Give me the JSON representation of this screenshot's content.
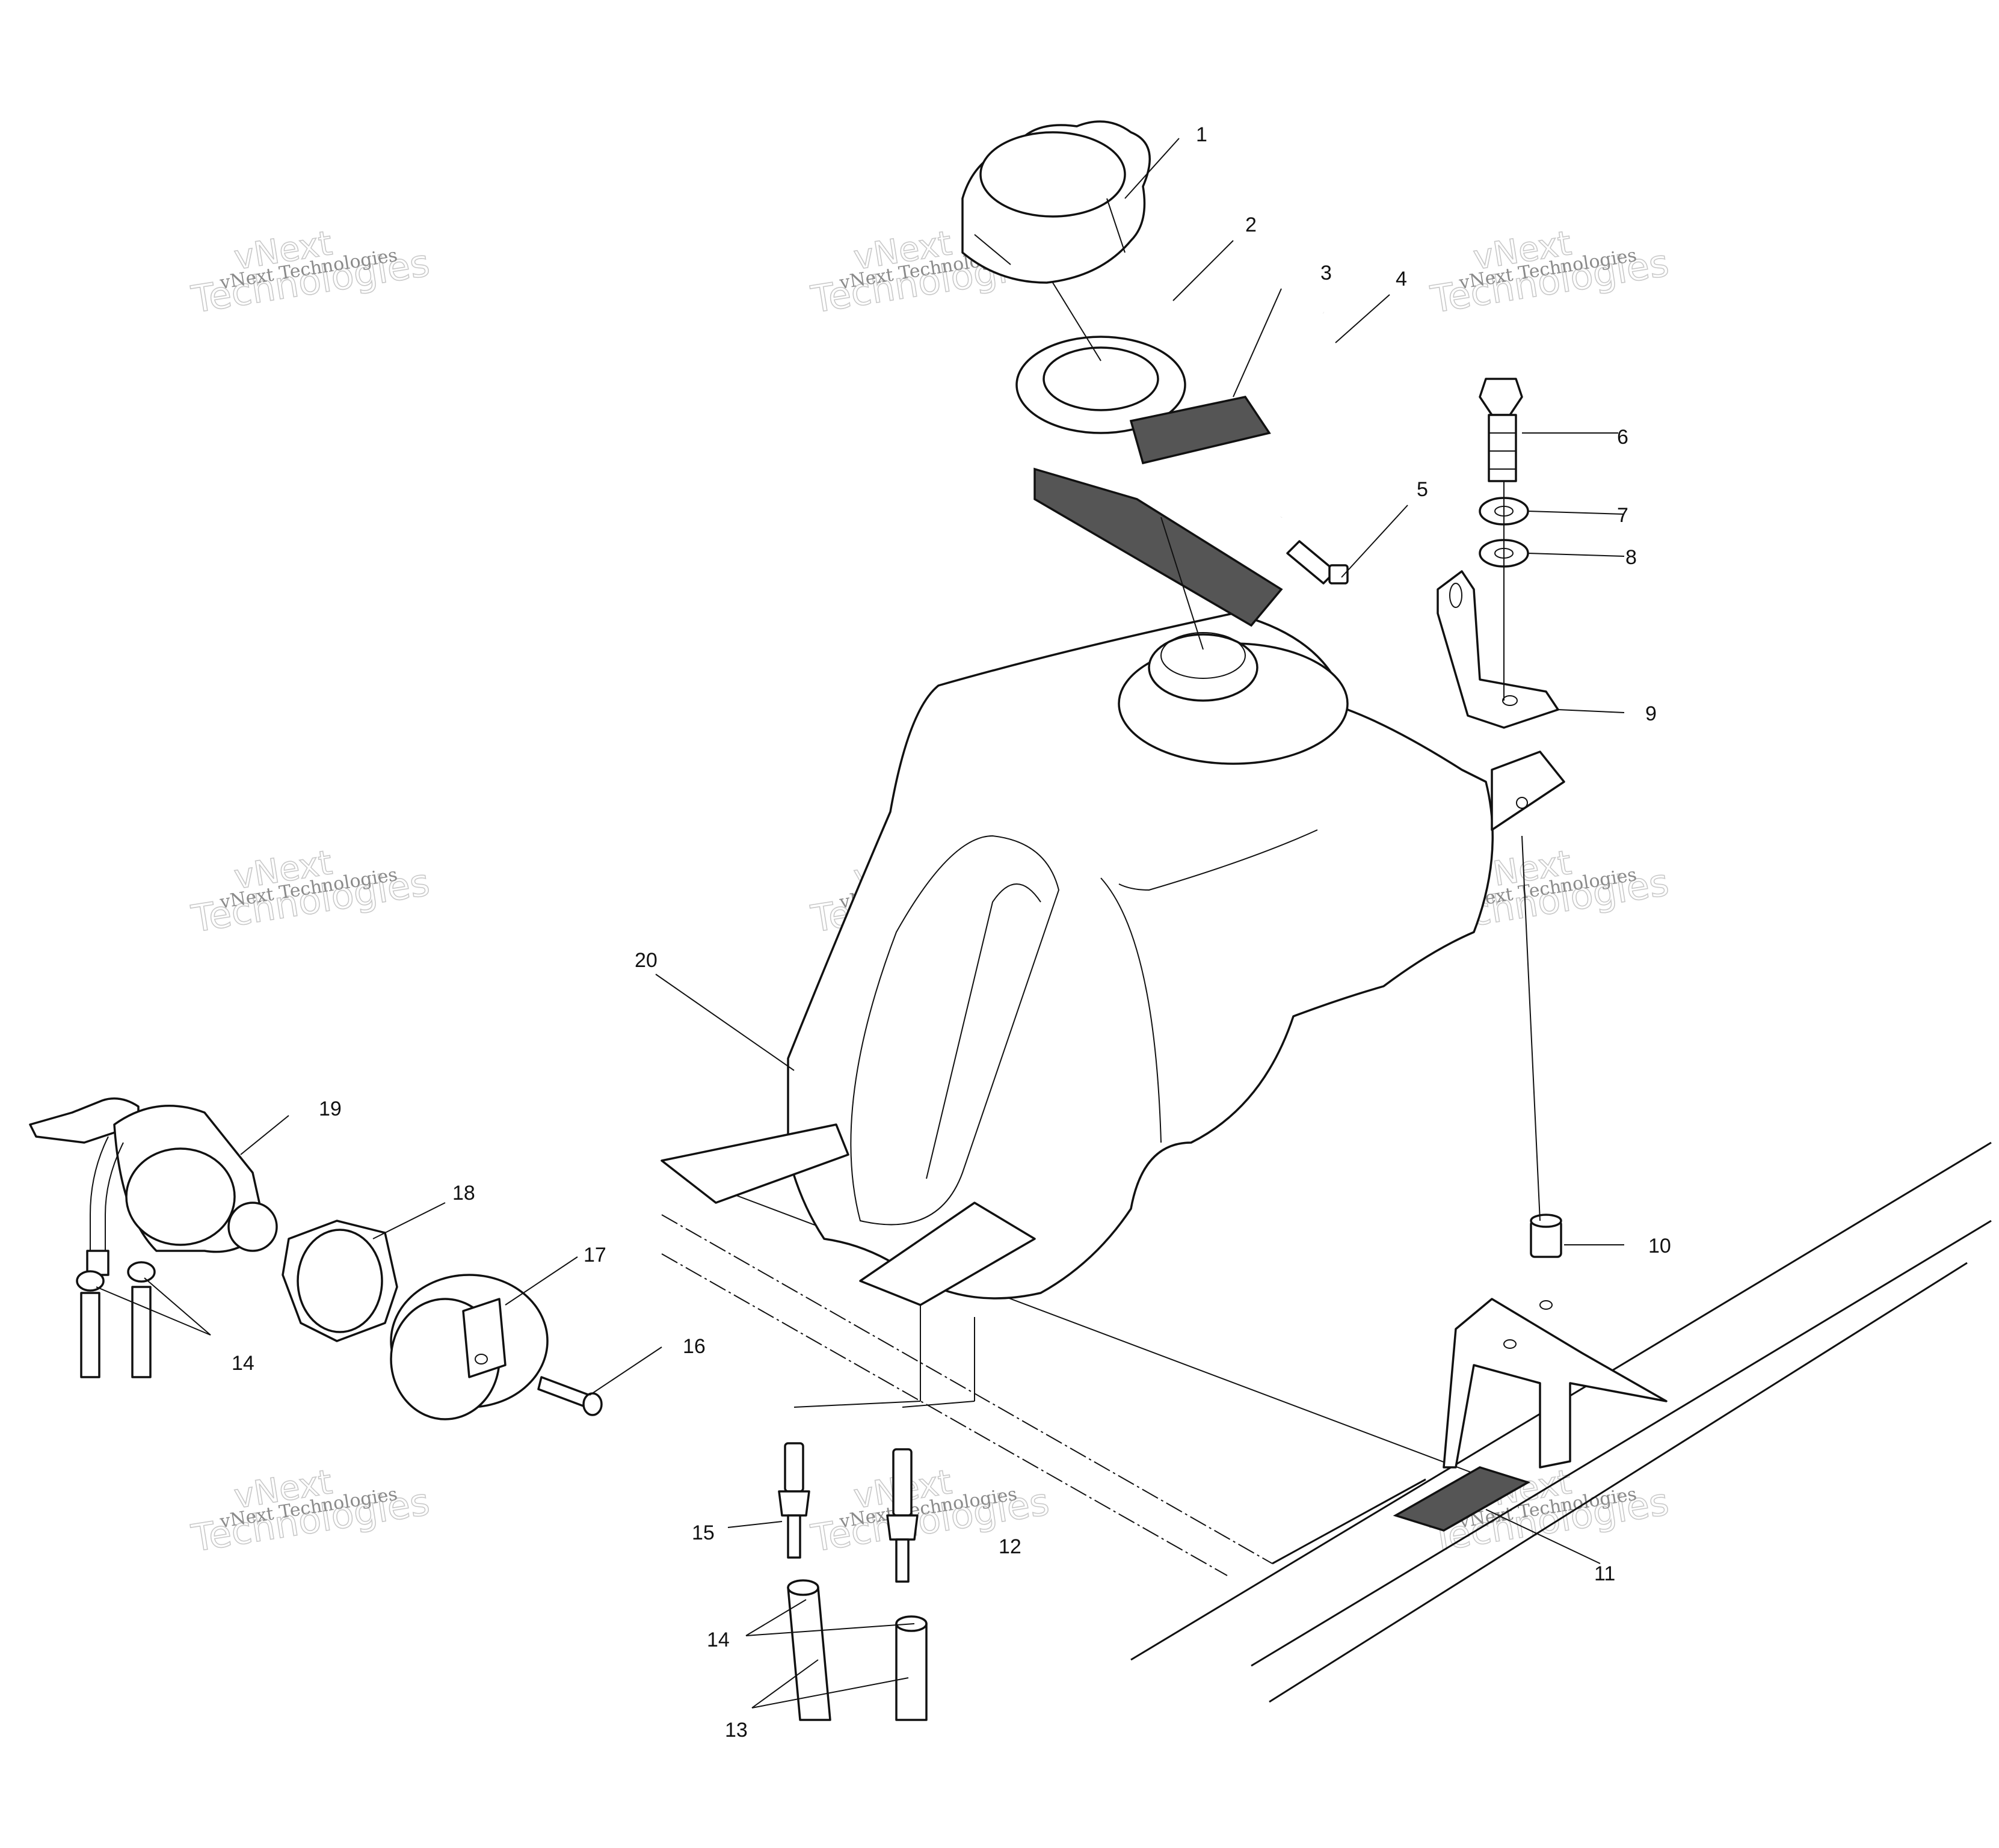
{
  "callouts": [
    {
      "id": "1",
      "label": "1"
    },
    {
      "id": "2",
      "label": "2"
    },
    {
      "id": "3",
      "label": "3"
    },
    {
      "id": "4",
      "label": "4"
    },
    {
      "id": "5",
      "label": "5"
    },
    {
      "id": "6",
      "label": "6"
    },
    {
      "id": "7",
      "label": "7"
    },
    {
      "id": "8",
      "label": "8"
    },
    {
      "id": "9",
      "label": "9"
    },
    {
      "id": "10",
      "label": "10"
    },
    {
      "id": "11",
      "label": "11"
    },
    {
      "id": "12",
      "label": "12"
    },
    {
      "id": "13",
      "label": "13"
    },
    {
      "id": "14a",
      "label": "14"
    },
    {
      "id": "14b",
      "label": "14"
    },
    {
      "id": "15",
      "label": "15"
    },
    {
      "id": "16",
      "label": "16"
    },
    {
      "id": "17",
      "label": "17"
    },
    {
      "id": "18",
      "label": "18"
    },
    {
      "id": "19",
      "label": "19"
    },
    {
      "id": "20",
      "label": "20"
    }
  ],
  "watermark": {
    "line1": "vNext",
    "line2": "Technologies",
    "small": "vNext Technologies"
  }
}
